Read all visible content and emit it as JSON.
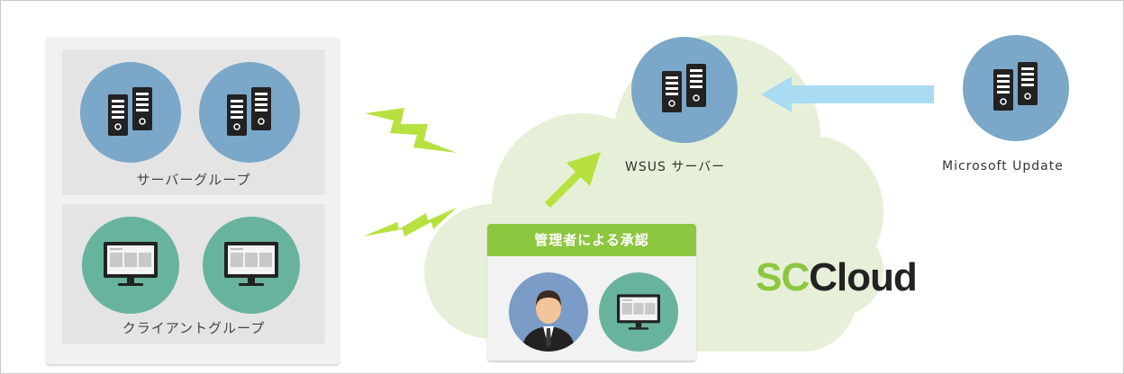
{
  "left_panel": {
    "server_group_label": "サーバーグループ",
    "client_group_label": "クライアントグループ"
  },
  "wsus": {
    "label": "WSUS サーバー"
  },
  "microsoft_update": {
    "label": "Microsoft Update"
  },
  "approval": {
    "title": "管理者による承認"
  },
  "logo": {
    "part1": "SC",
    "part2": "Cloud"
  },
  "colors": {
    "server_circle": "#7ba7c8",
    "client_circle": "#68b39e",
    "cloud": "#e6efd7",
    "accent_green": "#8dc63f",
    "arrow_blue": "#a9dcf2"
  },
  "icons": [
    "server-icon",
    "monitor-icon",
    "person-icon",
    "lightning-icon",
    "arrow-icon"
  ]
}
